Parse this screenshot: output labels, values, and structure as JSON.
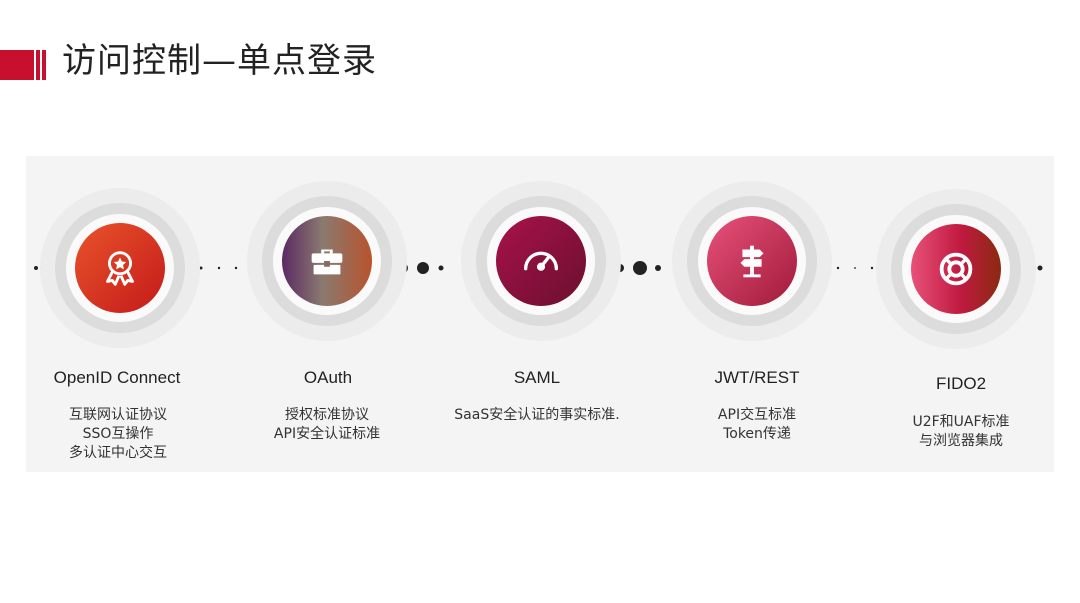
{
  "page": {
    "title": "访问控制—单点登录"
  },
  "colors": {
    "accent": "#c8102e",
    "panel": "#f4f4f4"
  },
  "items": [
    {
      "name": "OpenID Connect",
      "icon": "award-ribbon-icon",
      "lines": [
        "互联网认证协议",
        "SSO互操作",
        "多认证中心交互"
      ]
    },
    {
      "name": "OAuth",
      "icon": "briefcase-icon",
      "lines": [
        "授权标准协议",
        "API安全认证标准"
      ]
    },
    {
      "name": "SAML",
      "icon": "gauge-icon",
      "lines": [
        "SaaS安全认证的事实标准."
      ]
    },
    {
      "name": "JWT/REST",
      "icon": "signpost-icon",
      "lines": [
        "API交互标准",
        "Token传递"
      ]
    },
    {
      "name": "FIDO2",
      "icon": "lifebuoy-icon",
      "lines": [
        "U2F和UAF标准",
        "与浏览器集成"
      ]
    }
  ]
}
